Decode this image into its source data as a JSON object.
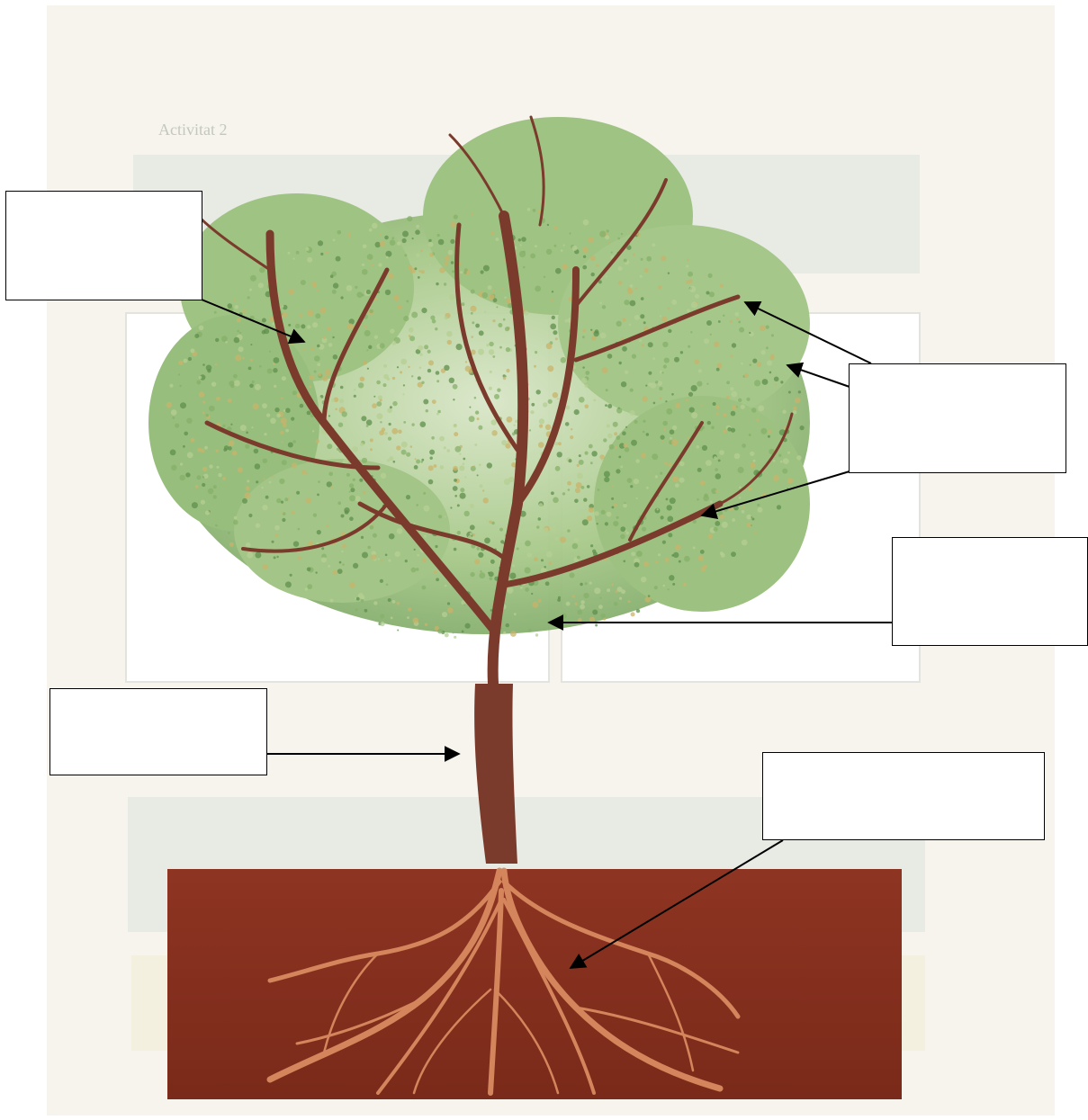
{
  "colors": {
    "paper": "#f6f4ec",
    "ghost_panel": "#e3e9e2",
    "ghost_panel_warm": "#f3eedd",
    "foliage_dark": "#5f8f4c",
    "foliage_mid": "#86b06a",
    "foliage_light": "#b5cf93",
    "bark": "#7b3b2c",
    "soil": "#8e3422",
    "soil_dark": "#6f2416",
    "root": "#d98a5f"
  },
  "label_boxes": [
    {
      "id": "foliage",
      "text": ""
    },
    {
      "id": "leaves",
      "text": ""
    },
    {
      "id": "branches",
      "text": ""
    },
    {
      "id": "trunk",
      "text": ""
    },
    {
      "id": "roots",
      "text": ""
    }
  ],
  "background_text": {
    "heading": "Activitat 2"
  }
}
